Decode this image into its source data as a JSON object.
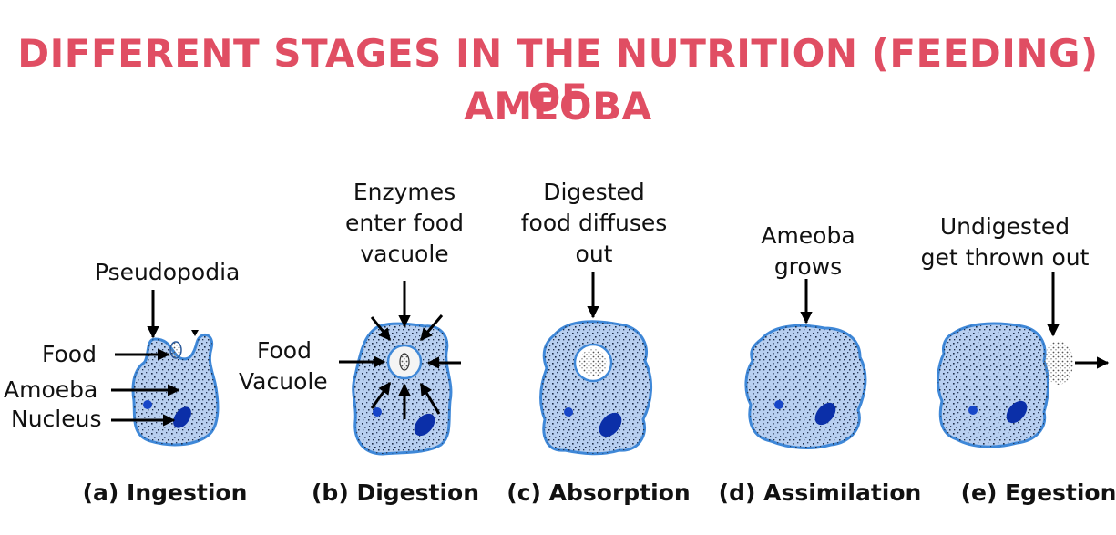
{
  "title": {
    "line1": "DIFFERENT STAGES IN THE NUTRITION (FEEDING) OF",
    "line2": "AMEOBA"
  },
  "colors": {
    "title": "#e04e63",
    "cell_fill": "#b8cff0",
    "cell_outline": "#3f88d8",
    "nucleus": "#0b2fa8",
    "arrow": "#000000"
  },
  "stages": [
    {
      "caption": "(a) Ingestion",
      "labels": [
        "Pseudopodia",
        "Food",
        "Amoeba",
        "Nucleus"
      ]
    },
    {
      "caption": "(b) Digestion",
      "labels": [
        "Enzymes",
        "enter food",
        "vacuole",
        "Food",
        "Vacuole"
      ]
    },
    {
      "caption": "(c) Absorption",
      "labels": [
        "Digested",
        "food diffuses",
        "out"
      ]
    },
    {
      "caption": "(d) Assimilation",
      "labels": [
        "Ameoba",
        "grows"
      ]
    },
    {
      "caption": "(e) Egestion",
      "labels": [
        "Undigested",
        "get thrown out"
      ]
    }
  ]
}
